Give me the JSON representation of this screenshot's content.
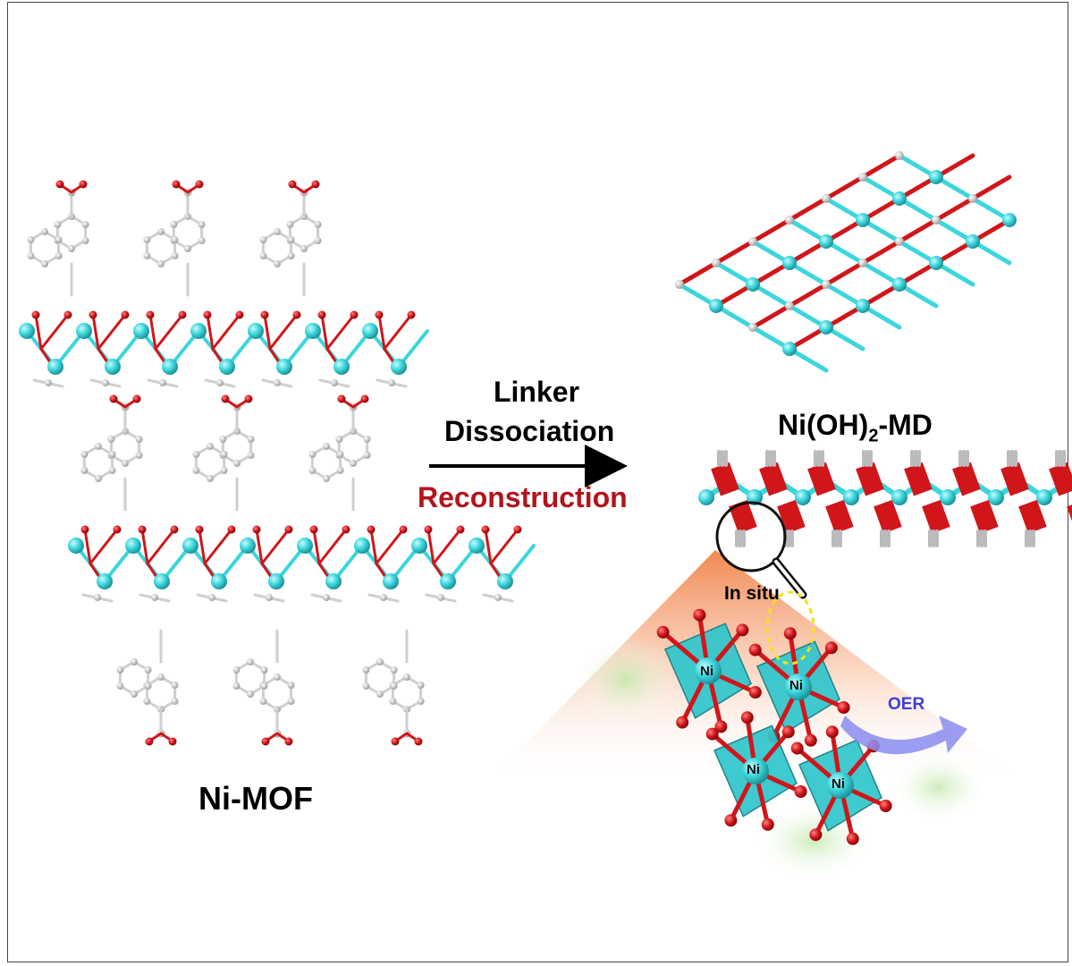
{
  "labels": {
    "mof": "Ni-MOF",
    "linker": "Linker",
    "dissociation": "Dissociation",
    "reconstruction": "Reconstruction",
    "md_prefix": "Ni(OH)",
    "md_sub": "2",
    "md_suffix": "-MD",
    "in_situ": "In situ",
    "oer": "OER",
    "ni": "Ni"
  },
  "colors": {
    "nickel": "#3cd6dc",
    "oxygen": "#d0161a",
    "carbon": "#cfcfcf",
    "arrow": "#000000",
    "reconstruction_text": "#b3141c",
    "oer_arrow": "#8a8cf0",
    "glow": "#f0824a"
  }
}
